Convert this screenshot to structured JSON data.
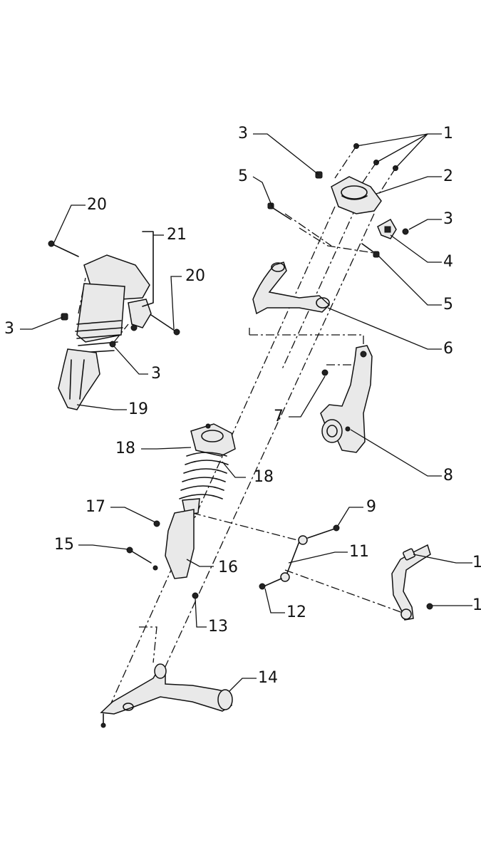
{
  "callouts": {
    "c1_top": "1",
    "c3_top": "3",
    "c2": "2",
    "c5_left": "5",
    "c3_right": "3",
    "c4": "4",
    "c5_right": "5",
    "c6": "6",
    "c7": "7",
    "c8": "8",
    "c20_top": "20",
    "c21": "21",
    "c20_right": "20",
    "c3_airleft": "3",
    "c3_airbottom": "3",
    "c19": "19",
    "c18_left": "18",
    "c18_right": "18",
    "c17": "17",
    "c9": "9",
    "c15": "15",
    "c16": "16",
    "c11": "11",
    "c1_bar_top": "1",
    "c1_bar_bottom": "1",
    "c12": "12",
    "c13": "13",
    "c14": "14"
  }
}
